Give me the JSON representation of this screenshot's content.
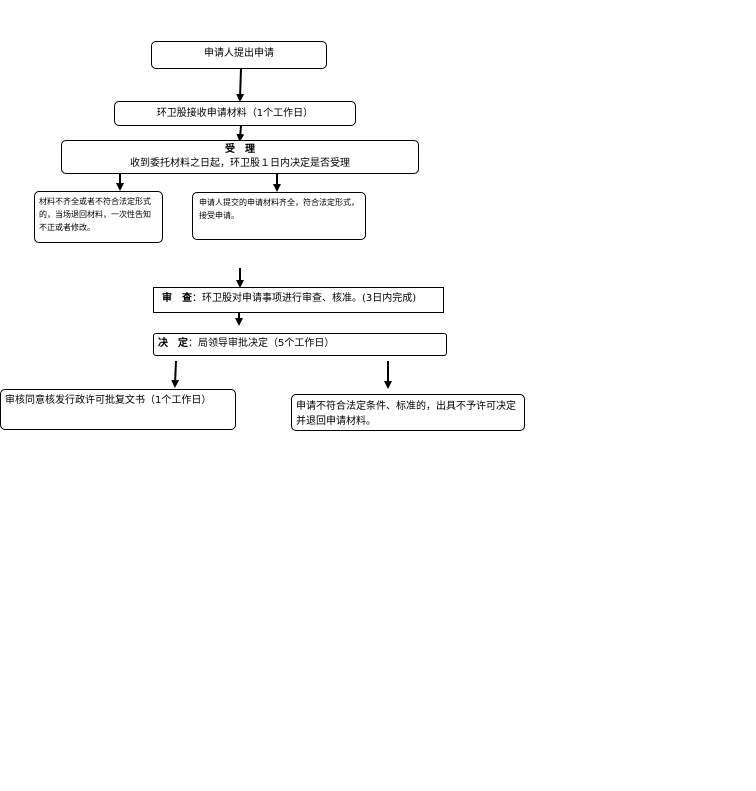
{
  "flowchart": {
    "apply": "申请人提出申请",
    "receive": "环卫股接收申请材料（1个工作日）",
    "accept": {
      "title": "受　理",
      "text": "收到委托材料之日起，环卫股１日内决定是否受理"
    },
    "incomplete": "材料不齐全或者不符合法定形式的，当场退回材料，一次性告知不正或者修改。",
    "complete": "申请人提交的申请材料齐全，符合法定形式，接受申请。",
    "review": {
      "label": "审　查",
      "text": "：环卫股对申请事项进行审查、核准。(3日内完成)"
    },
    "decision": {
      "label": "决　定",
      "text": "：局领导审批决定（5个工作日）"
    },
    "approve": "审核同意核发行政许可批复文书（1个工作日）",
    "reject": "申请不符合法定条件、标准的，出具不予许可决定并退回申请材料。"
  }
}
